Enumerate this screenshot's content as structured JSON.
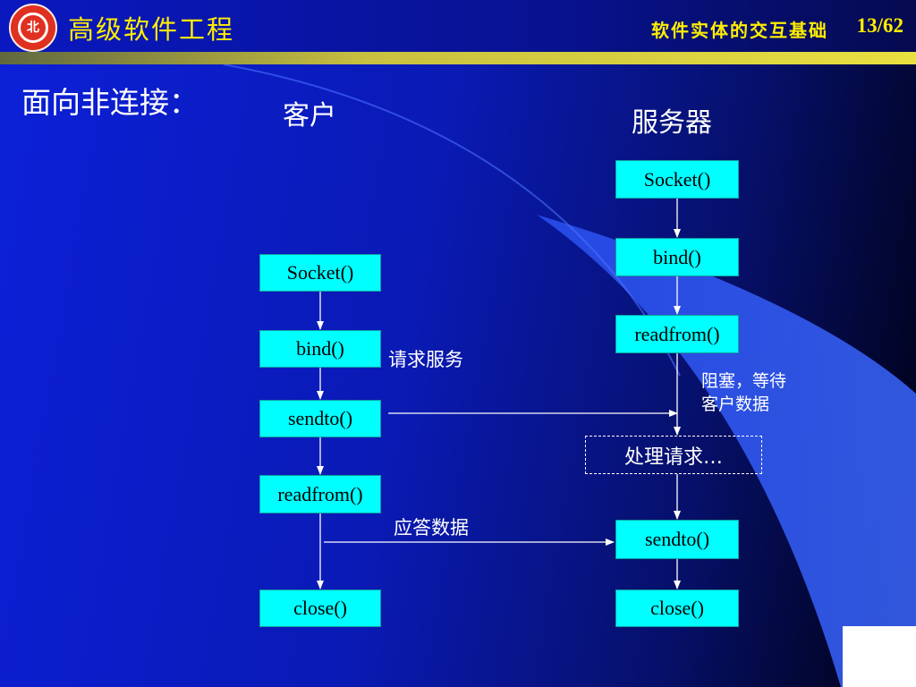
{
  "header": {
    "course_title": "高级软件工程",
    "topic_title": "软件实体的交互基础",
    "page_number": "13/62",
    "logo_glyph": "北"
  },
  "slide": {
    "heading": "面向非连接：",
    "client_label": "客户",
    "server_label": "服务器"
  },
  "client": {
    "steps": [
      "Socket()",
      "bind()",
      "sendto()",
      "readfrom()",
      "close()"
    ]
  },
  "server": {
    "steps": [
      "Socket()",
      "bind()",
      "readfrom()",
      "处理请求…",
      "sendto()",
      "close()"
    ]
  },
  "annotations": {
    "request": "请求服务",
    "reply": "应答数据",
    "blocking_line1": "阻塞，等待",
    "blocking_line2": "客户数据"
  },
  "colors": {
    "box_fill": "#00ffff",
    "header_text": "#ffee00",
    "stripe": "#e8e040"
  }
}
